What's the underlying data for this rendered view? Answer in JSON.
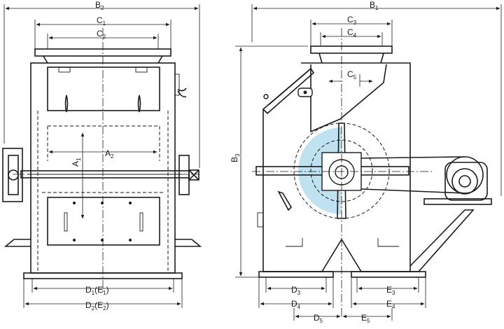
{
  "colors": {
    "line": "#1a1a1a",
    "rotor_zone": "#bfe1f0",
    "background": "#ffffff"
  },
  "front_view": {
    "dims": {
      "B2": {
        "base": "B",
        "sub": "2"
      },
      "C1": {
        "base": "C",
        "sub": "1"
      },
      "C2": {
        "base": "C",
        "sub": "2"
      },
      "A1": {
        "base": "A",
        "sub": "1"
      },
      "A2": {
        "base": "A",
        "sub": "2"
      },
      "D1E1": {
        "base": "D",
        "sub": "1",
        "extra": "(E",
        "extra_sub": "1",
        "close": ")"
      },
      "D2E2": {
        "base": "D",
        "sub": "2",
        "extra": "(E",
        "extra_sub": "2",
        "close": ")"
      }
    }
  },
  "side_view": {
    "dims": {
      "B1": {
        "base": "B",
        "sub": "1"
      },
      "C3": {
        "base": "C",
        "sub": "3"
      },
      "C4": {
        "base": "C",
        "sub": "4"
      },
      "C5": {
        "base": "C",
        "sub": "5"
      },
      "B3": {
        "base": "B",
        "sub": "3"
      },
      "D3": {
        "base": "D",
        "sub": "3"
      },
      "D4": {
        "base": "D",
        "sub": "4"
      },
      "D5": {
        "base": "D",
        "sub": "5"
      },
      "E3": {
        "base": "E",
        "sub": "3"
      },
      "E4": {
        "base": "E",
        "sub": "4"
      },
      "E5": {
        "base": "E",
        "sub": "5"
      }
    }
  }
}
